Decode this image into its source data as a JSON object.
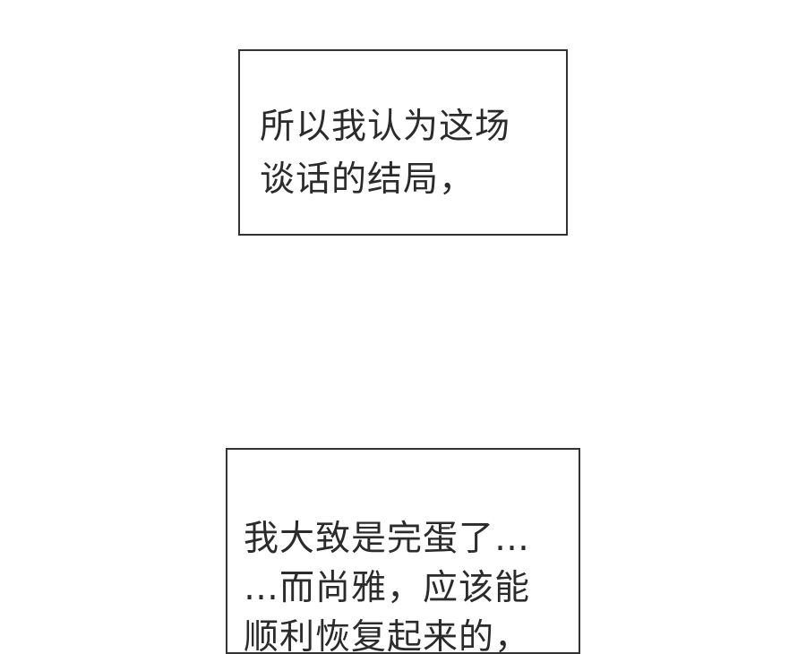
{
  "captions": [
    {
      "lines": [
        "所以我认为这场",
        "谈话的结局，"
      ]
    },
    {
      "lines": [
        "我大致是完蛋了…",
        "…而尚雅，应该能",
        "顺利恢复起来的，"
      ]
    }
  ]
}
